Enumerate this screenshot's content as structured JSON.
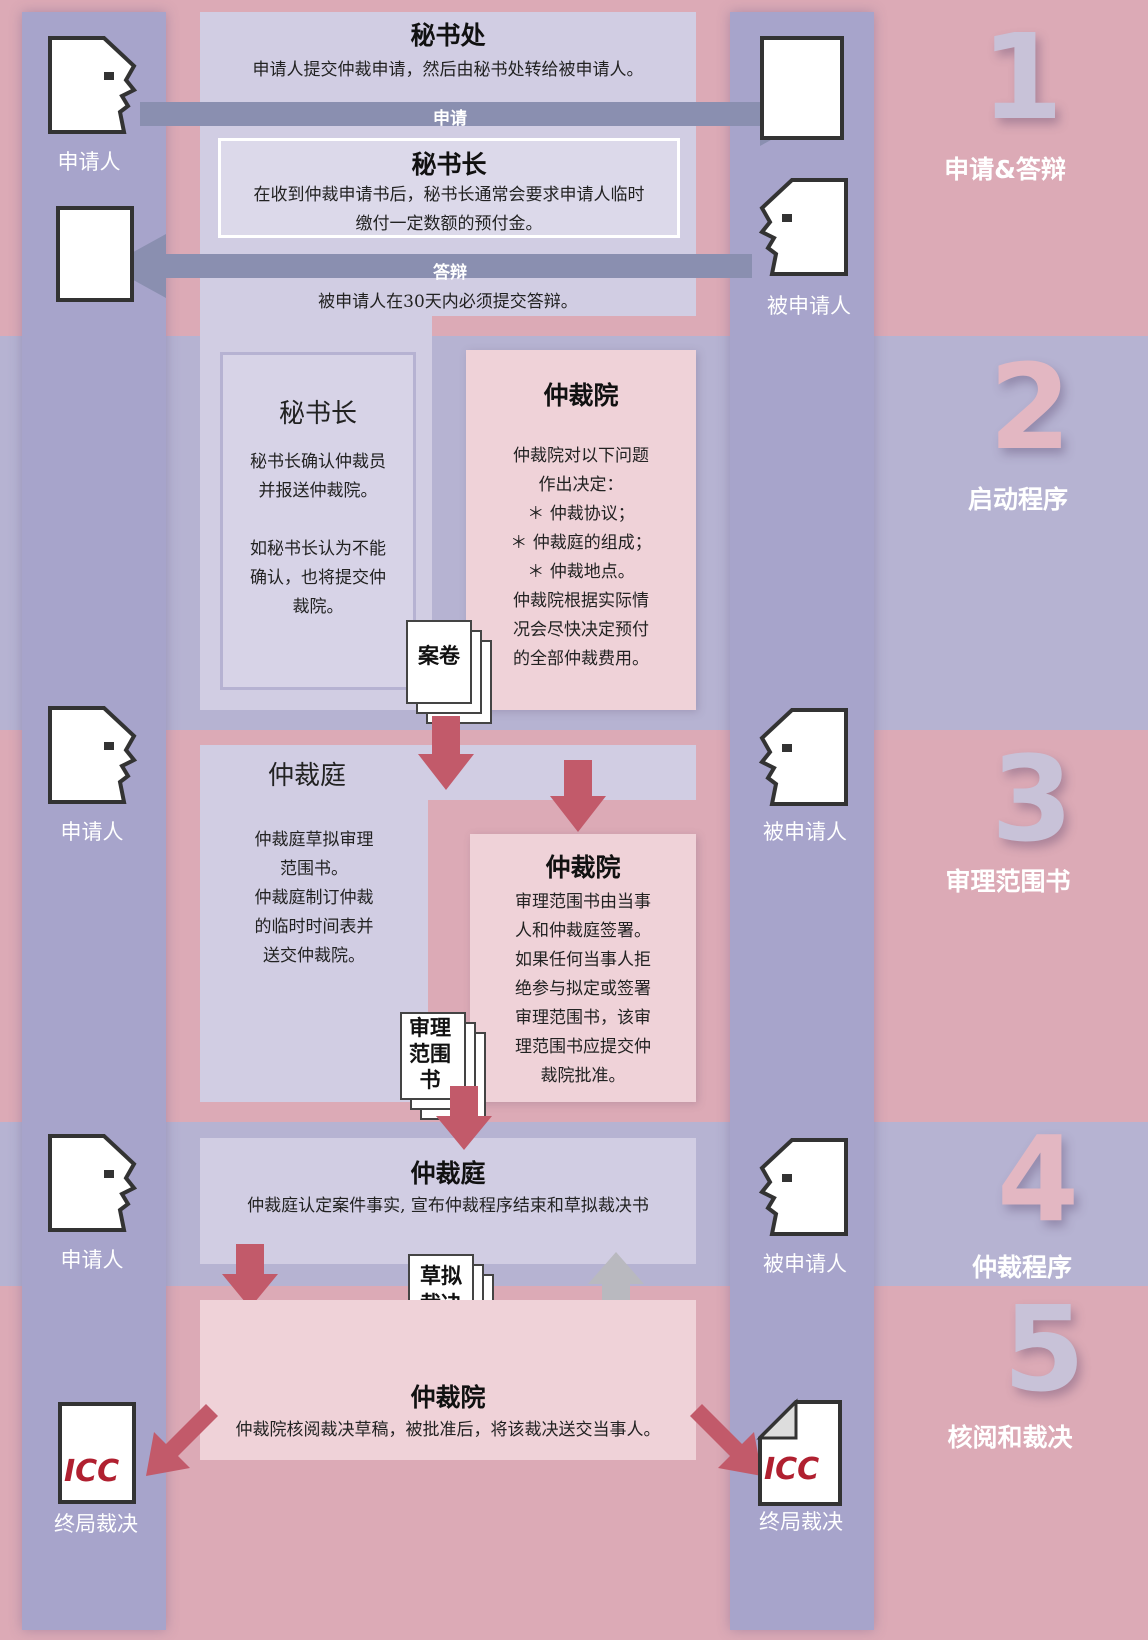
{
  "stages": [
    {
      "number": "1",
      "label": "申请&答辩",
      "number_color": "#c8c2d8"
    },
    {
      "number": "2",
      "label": "启动程序",
      "number_color": "#e3b7c2"
    },
    {
      "number": "3",
      "label": "审理范围书",
      "number_color": "#c8c2d8"
    },
    {
      "number": "4",
      "label": "仲裁程序",
      "number_color": "#e3b7c2"
    },
    {
      "number": "5",
      "label": "核阅和裁决",
      "number_color": "#c8c2d8"
    }
  ],
  "parties": {
    "claimant": "申请人",
    "respondent": "被申请人",
    "final_award": "终局裁决",
    "icc_logo": "ICC"
  },
  "stage1": {
    "secretariat": {
      "title": "秘书处",
      "text": "申请人提交仲裁申请，然后由秘书处转给被申请人。"
    },
    "arrow_request": "申请",
    "secretary_general": {
      "title": "秘书长",
      "line1": "在收到仲裁申请书后，秘书长通常会要求申请人临时",
      "line2": "缴付一定数额的预付金。"
    },
    "arrow_answer": "答辩",
    "answer_text": "被申请人在30天内必须提交答辩。"
  },
  "stage2": {
    "secretary_general": {
      "title": "秘书长",
      "lines": [
        "秘书长确认仲裁员",
        "并报送仲裁院。",
        "",
        "如秘书长认为不能",
        "确认，也将提交仲",
        "裁院。"
      ]
    },
    "court": {
      "title": "仲裁院",
      "lines": [
        "仲裁院对以下问题",
        "作出决定：",
        "＊ 仲裁协议；",
        "＊ 仲裁庭的组成；",
        "＊ 仲裁地点。",
        "仲裁院根据实际情",
        "况会尽快决定预付",
        "的全部仲裁费用。"
      ]
    },
    "file_stack": "案卷"
  },
  "stage3": {
    "tribunal": {
      "title": "仲裁庭",
      "lines": [
        "仲裁庭草拟审理",
        "范围书。",
        "仲裁庭制订仲裁",
        "的临时时间表并",
        "送交仲裁院。"
      ]
    },
    "court": {
      "title": "仲裁院",
      "lines": [
        "审理范围书由当事",
        "人和仲裁庭签署。",
        "如果任何当事人拒",
        "绝参与拟定或签署",
        "审理范围书，该审",
        "理范围书应提交仲",
        "裁院批准。"
      ]
    },
    "tor_stack": [
      "审理",
      "范围",
      "书"
    ]
  },
  "stage4": {
    "tribunal": {
      "title": "仲裁庭",
      "text": "仲裁庭认定案件事实, 宣布仲裁程序结束和草拟裁决书"
    },
    "draft_stack": [
      "草拟",
      "裁决"
    ]
  },
  "stage5": {
    "court": {
      "title": "仲裁院",
      "text": "仲裁院核阅裁决草稿，被批准后，将该裁决送交当事人。"
    }
  },
  "colors": {
    "band_pink": "#dcaab6",
    "band_blue": "#b6b3d2",
    "column": "#a7a4cb",
    "arrow_gray": "#8a8fb0",
    "arrow_red": "#c25a6a",
    "arrow_light": "#b9b9bf"
  }
}
